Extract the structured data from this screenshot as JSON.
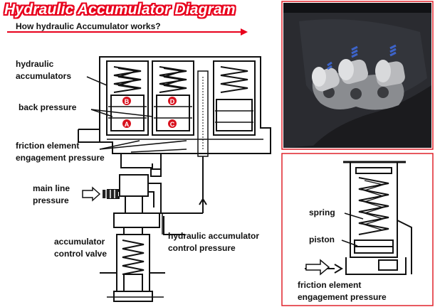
{
  "header": {
    "title": "Hydraulic Accumulator Diagram",
    "subtitle": "How hydraulic Accumulator works?"
  },
  "left_diagram": {
    "labels": {
      "hydraulic_accumulators": [
        "hydraulic",
        "accumulators"
      ],
      "back_pressure": "back pressure",
      "friction_element": [
        "friction element",
        "engagement pressure"
      ],
      "main_line": [
        "main line",
        "pressure"
      ],
      "accumulator_valve": [
        "accumulator",
        "control valve"
      ],
      "control_pressure": [
        "hydraulic accumulator",
        "control pressure"
      ]
    },
    "chamber_markers": [
      "B",
      "D",
      "A",
      "C"
    ]
  },
  "right_diagram": {
    "labels": {
      "spring": "spring",
      "piston": "piston",
      "friction_element": [
        "friction element",
        "engagement pressure"
      ]
    }
  },
  "colors": {
    "title_red": "#e8001c",
    "marker_red": "#d8121e",
    "frame_red": "#e0222a",
    "line": "#111111"
  }
}
